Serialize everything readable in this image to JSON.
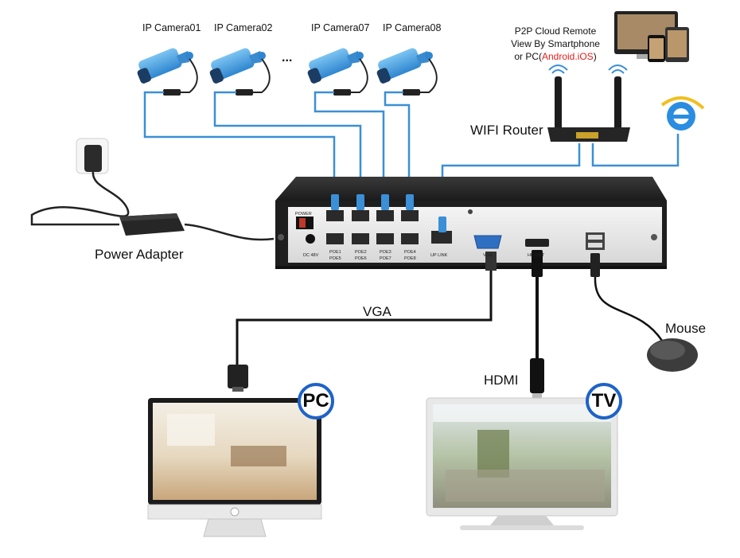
{
  "cameras": [
    {
      "label": "IP Camera01"
    },
    {
      "label": "IP Camera02"
    },
    {
      "label": "IP Camera07"
    },
    {
      "label": "IP Camera08"
    }
  ],
  "camera_ellipsis": "...",
  "cloud": {
    "line1": "P2P Cloud Remote",
    "line2": "View By Smartphone",
    "line3_prefix": "or PC(",
    "line3_highlight": "Android.iOS",
    "line3_suffix": ")",
    "highlight_color": "#e0201b"
  },
  "router_label": "WIFI Router",
  "power_adapter_label": "Power Adapter",
  "vga_label": "VGA",
  "hdmi_label": "HDMI",
  "mouse_label": "Mouse",
  "pc_badge": "PC",
  "tv_badge": "TV",
  "nvr": {
    "power": "POWER",
    "dc": "DC 48V",
    "poe_top": [
      "POE1",
      "POE2",
      "POE3",
      "POE4"
    ],
    "poe_bottom": [
      "POE5",
      "POE6",
      "POE7",
      "POE8"
    ],
    "uplink": "UP LINK",
    "vga": "VGA",
    "hdout": "HD-OUT",
    "usb": "USB"
  },
  "colors": {
    "cable_blue": "#3b8fd6",
    "badge_ring": "#1e63c6",
    "camera_blue": "#4aa3e4"
  }
}
